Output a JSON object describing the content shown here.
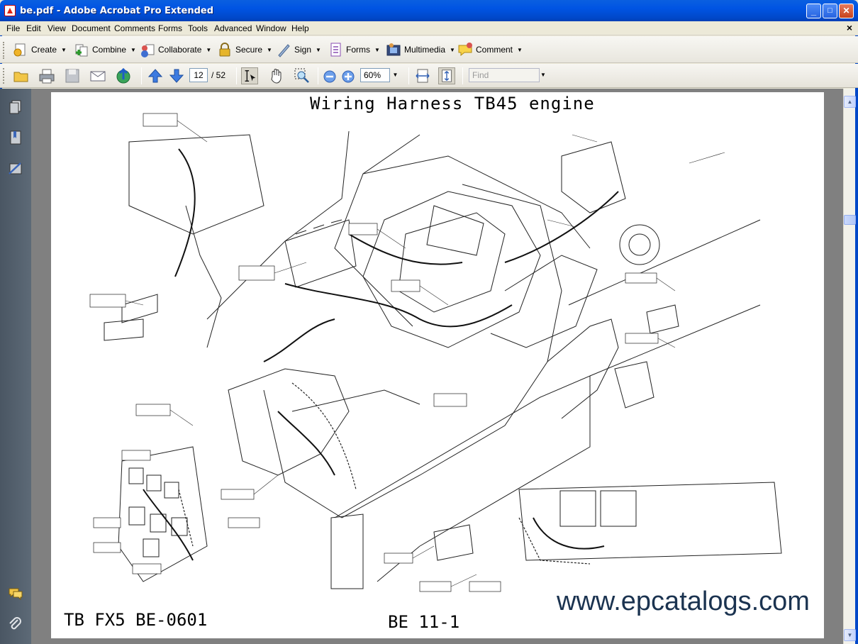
{
  "window": {
    "title": "be.pdf - Adobe Acrobat Pro Extended",
    "minimize": "_",
    "maximize": "□",
    "close": "✕"
  },
  "menu": {
    "items": [
      "File",
      "Edit",
      "View",
      "Document",
      "Comments",
      "Forms",
      "Tools",
      "Advanced",
      "Window",
      "Help"
    ],
    "doc_close": "×"
  },
  "toolbar": {
    "tasks": [
      {
        "label": "Create",
        "icon": "create-icon"
      },
      {
        "label": "Combine",
        "icon": "combine-icon"
      },
      {
        "label": "Collaborate",
        "icon": "collaborate-icon"
      },
      {
        "label": "Secure",
        "icon": "lock-icon"
      },
      {
        "label": "Sign",
        "icon": "pen-icon"
      },
      {
        "label": "Forms",
        "icon": "forms-icon"
      },
      {
        "label": "Multimedia",
        "icon": "film-icon"
      },
      {
        "label": "Comment",
        "icon": "comment-icon"
      }
    ],
    "dropdown_arrow": "▼"
  },
  "navigation": {
    "current_page": "12",
    "total_pages": "/ 52",
    "zoom": "60%",
    "find_placeholder": "Find"
  },
  "document": {
    "title": "Wiring Harness TB45 engine",
    "code": "TB FX5 BE-0601",
    "page_label": "BE 11-1",
    "watermark": "www.epcatalogs.com"
  },
  "colors": {
    "titlebar": "#0054e3",
    "nav_panel": "#4a5663",
    "doc_background": "#808080",
    "watermark": "#1b3350"
  }
}
